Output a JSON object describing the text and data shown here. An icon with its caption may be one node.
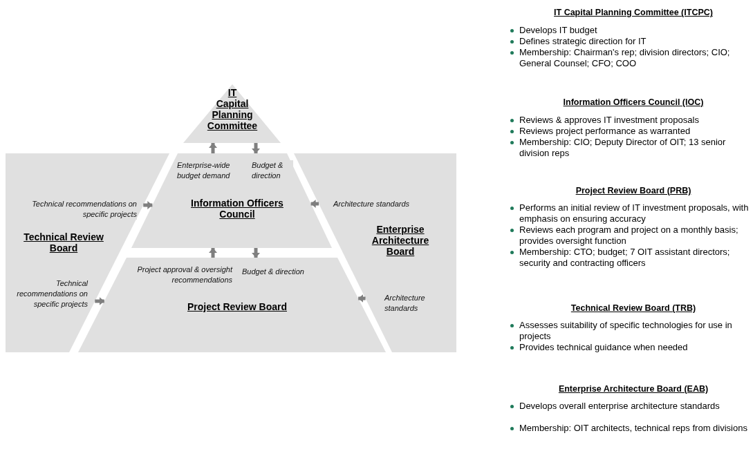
{
  "diagram": {
    "nodes": [
      {
        "text": [
          "IT Capital Planning Committee"
        ]
      },
      {
        "text": [
          "Information Officers Council"
        ]
      },
      {
        "text": [
          "Project Review Board"
        ]
      },
      {
        "text": [
          "Technical Review Board"
        ]
      },
      {
        "text": [
          "Enterprise Architecture Board"
        ]
      }
    ],
    "edges": [
      {
        "from": 1,
        "to": 0,
        "arrow": "to",
        "label": "Enterprise-wide budget demand"
      },
      {
        "from": 0,
        "to": 1,
        "arrow": "to",
        "label": "Budget & direction"
      },
      {
        "from": 3,
        "to": 1,
        "arrow": "to",
        "label": "Technical recommendations on specific projects"
      },
      {
        "from": 4,
        "to": 1,
        "arrow": "to",
        "label": "Architecture standards"
      },
      {
        "from": 2,
        "to": 1,
        "arrow": "to",
        "label": "Project approval & oversight recommendations"
      },
      {
        "from": 1,
        "to": 2,
        "arrow": "to",
        "label": "Budget & direction"
      },
      {
        "from": 3,
        "to": 2,
        "arrow": "to",
        "label": "Technical recommendations on specific projects"
      },
      {
        "from": 4,
        "to": 2,
        "arrow": "to",
        "label": "Architecture standards"
      }
    ],
    "labels": [
      "IT Capital Planning Committee (ITCPC)",
      "Develops IT budget",
      "Defines strategic direction for IT",
      "Membership: Chairman's rep; division directors; CIO; General Counsel; CFO; COO",
      "Information Officers Council (IOC)",
      "Reviews & approves IT investment proposals",
      "Reviews project performance as warranted",
      "Membership: CIO; Deputy Director of OIT; 13 senior division reps",
      "Project Review Board (PRB)",
      "Performs an initial review of IT investment proposals, with emphasis on ensuring accuracy",
      "Reviews each program and project on a monthly basis; provides oversight function",
      "Membership: CTO; budget; 7 OIT assistant directors; security and contracting officers",
      "Technical Review Board (TRB)",
      "Assesses suitability of specific technologies for use in projects",
      "Provides technical guidance when needed",
      "Enterprise Architecture Board (EAB)",
      "Develops overall enterprise architecture standards",
      "Membership: OIT architects, technical reps from divisions"
    ]
  }
}
